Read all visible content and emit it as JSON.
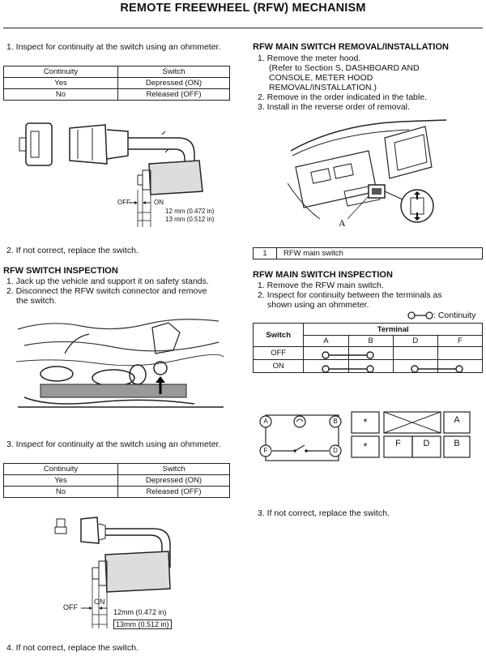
{
  "title": "REMOTE FREEWHEEL (RFW) MECHANISM",
  "left": {
    "sec1": {
      "step1": "1. Inspect for continuity at the switch using an ohmmeter.",
      "table": {
        "headers": [
          "Continuity",
          "Switch"
        ],
        "rows": [
          [
            "Yes",
            "Depressed (ON)"
          ],
          [
            "No",
            "Released (OFF)"
          ]
        ]
      },
      "figure_labels": {
        "off": "OFF",
        "on": "ON",
        "dim1": "12 mm (0.472 in)",
        "dim2": "13 mm (0.512 in)"
      },
      "step2": "2. If not correct, replace the switch."
    },
    "sec2": {
      "heading": "RFW SWITCH INSPECTION",
      "step1": "1. Jack up the vehicle and support it on safety stands.",
      "step2a": "2. Disconnect the RFW switch connector and remove",
      "step2b": "the switch.",
      "step3": "3. Inspect for continuity at the switch using an ohmmeter.",
      "table": {
        "headers": [
          "Continuity",
          "Switch"
        ],
        "rows": [
          [
            "Yes",
            "Depressed (ON)"
          ],
          [
            "No",
            "Released (OFF)"
          ]
        ]
      },
      "figure_labels": {
        "off": "OFF",
        "on": "ON",
        "dim1": "12mm (0.472 in)",
        "dim2": "13mm (0.512 in)"
      },
      "step4": "4. If not correct, replace the switch."
    }
  },
  "right": {
    "sec1": {
      "heading": "RFW MAIN SWITCH REMOVAL/INSTALLATION",
      "step1": "1. Remove the meter hood.",
      "step1_note_a": "(Refer to Section S, DASHBOARD AND",
      "step1_note_b": "CONSOLE, METER HOOD",
      "step1_note_c": "REMOVAL/INSTALLATION.)",
      "step2": "2. Remove in the order indicated in the table.",
      "step3": "3. Install in the reverse order of removal.",
      "figure_label": "A",
      "parts_table": {
        "num": "1",
        "name": "RFW main switch"
      }
    },
    "sec2": {
      "heading": "RFW MAIN SWITCH INSPECTION",
      "step1": "1. Remove the RFW main switch.",
      "step2a": "2. Inspect for continuity between the terminals as",
      "step2b": "shown using an ohmmeter.",
      "legend": ": Continuity",
      "table": {
        "switch_header": "Switch",
        "terminal_header": "Terminal",
        "terminals": [
          "A",
          "B",
          "D",
          "F"
        ],
        "rows": [
          "OFF",
          "ON"
        ]
      },
      "diagram": {
        "terminals": [
          "A",
          "B",
          "F",
          "D"
        ],
        "connector_left": [
          "*",
          "*"
        ],
        "connector_right": [
          "A",
          "B"
        ],
        "connector_mid": [
          "F",
          "D"
        ]
      },
      "step3": "3. If not correct, replace the switch."
    }
  }
}
